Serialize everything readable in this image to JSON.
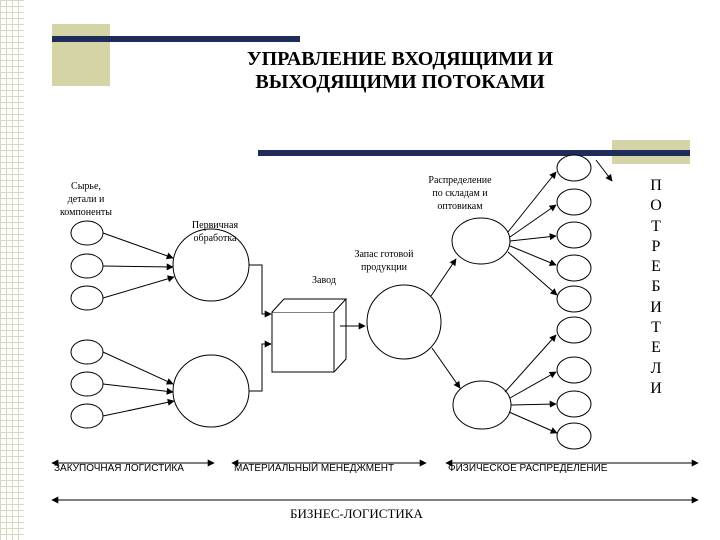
{
  "title": {
    "line1": "УПРАВЛЕНИЕ ВХОДЯЩИМИ И",
    "line2": "ВЫХОДЯЩИМИ ПОТОКАМИ"
  },
  "labels": {
    "raw_materials": [
      "Сырье,",
      "детали и",
      "компоненты"
    ],
    "primary_processing": [
      "Первичная",
      "обработка"
    ],
    "factory": "Завод",
    "finished_stock": [
      "Запас готовой",
      "продукции"
    ],
    "distribution": [
      "Распределение",
      "по складам и",
      "оптовикам"
    ]
  },
  "consumers": [
    "П",
    "О",
    "Т",
    "Р",
    "Е",
    "Б",
    "И",
    "Т",
    "Е",
    "Л",
    "И"
  ],
  "bottom": {
    "purchasing": "ЗАКУПОЧНАЯ ЛОГИСТИКА",
    "materials": "МАТЕРИАЛЬНЫЙ МЕНЕДЖМЕНТ",
    "physical": "ФИЗИЧЕСКОЕ РАСПРЕДЕЛЕНИЕ",
    "business": "БИЗНЕС-ЛОГИСТИКА"
  },
  "colors": {
    "accent_bar": "#1f2b5a",
    "accent_block": "#d4d4a6"
  }
}
